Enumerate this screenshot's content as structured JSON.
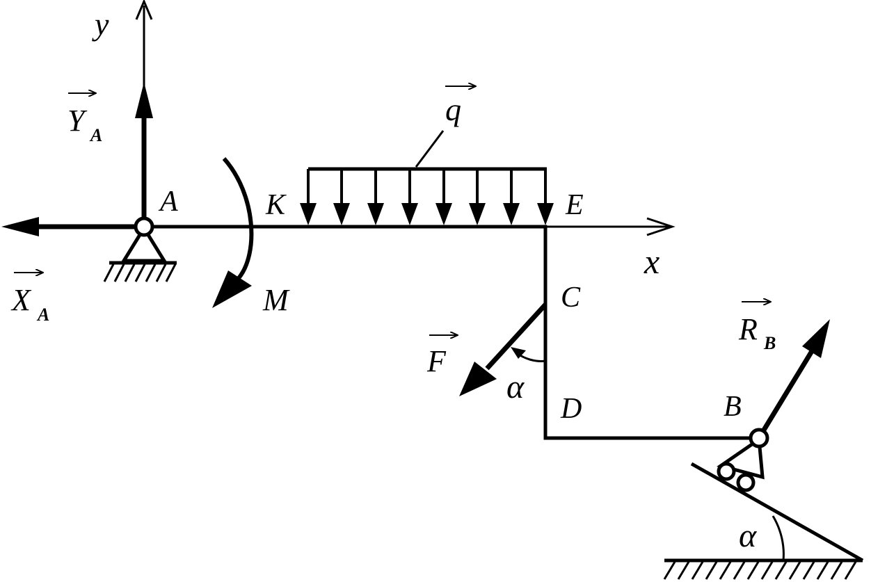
{
  "axes": {
    "x_label": "x",
    "y_label": "y"
  },
  "points": {
    "A": "A",
    "K": "K",
    "E": "E",
    "C": "C",
    "D": "D",
    "B": "B"
  },
  "forces": {
    "YA": {
      "main": "Y",
      "sub": "A"
    },
    "XA": {
      "main": "X",
      "sub": "A"
    },
    "q": {
      "main": "q"
    },
    "F": {
      "main": "F"
    },
    "RB": {
      "main": "R",
      "sub": "B"
    }
  },
  "moment": {
    "label": "M"
  },
  "angles": {
    "force_F_angle": "α",
    "incline_angle": "α"
  },
  "colors": {
    "ink": "#000000",
    "background": "#ffffff"
  }
}
